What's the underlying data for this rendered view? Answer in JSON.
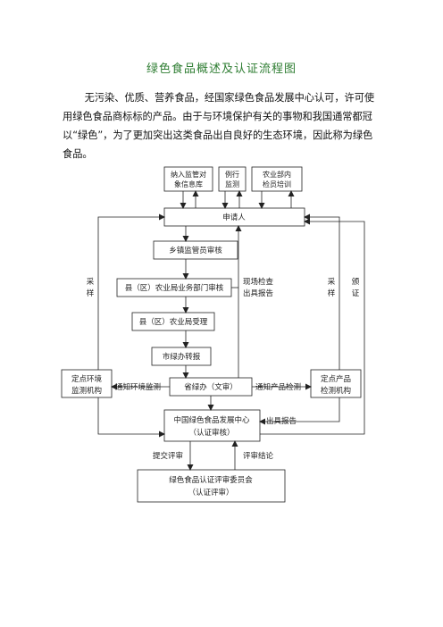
{
  "title": "绿色食品概述及认证流程图",
  "intro": "无污染、优质、营养食品，经国家绿色食品发展中心认可，许可使用绿色食品商标标的产品。由于与环境保护有关的事物和我国通常都冠以“绿色”，为了更加突出这类食品出自良好的生态环境，因此称为绿色食品。",
  "flow": {
    "top_box_1_line1": "纳入监管对",
    "top_box_1_line2": "象信息库",
    "top_box_2_line1": "例行",
    "top_box_2_line2": "监测",
    "top_box_3_line1": "农业部内",
    "top_box_3_line2": "检员培训",
    "applicant": "申请人",
    "township": "乡镇监管员审核",
    "county_review": "县（区）农业局业务部门审核",
    "county_accept": "县（区）农业局受理",
    "city": "市绿办转报",
    "province": "省绿办（文审）",
    "env_agency_line1": "定点环境",
    "env_agency_line2": "监测机构",
    "product_agency_line1": "定点产品",
    "product_agency_line2": "检测机构",
    "center_line1": "中国绿色食品发展中心",
    "center_line2": "（认证审核）",
    "committee_line1": "绿色食品认证评审委员会",
    "committee_line2": "（认证评审）",
    "left_sample_1": "采",
    "left_sample_2": "样",
    "right_sample_1": "采",
    "right_sample_2": "样",
    "cert_1": "颁",
    "cert_2": "证",
    "onsite_1": "现场检查",
    "onsite_2": "出具报告",
    "notify_env": "通知环境监测",
    "notify_product": "通知产品检测",
    "issue_report": "出具报告",
    "submit_review": "提交评审",
    "review_conclusion": "评审结论"
  }
}
